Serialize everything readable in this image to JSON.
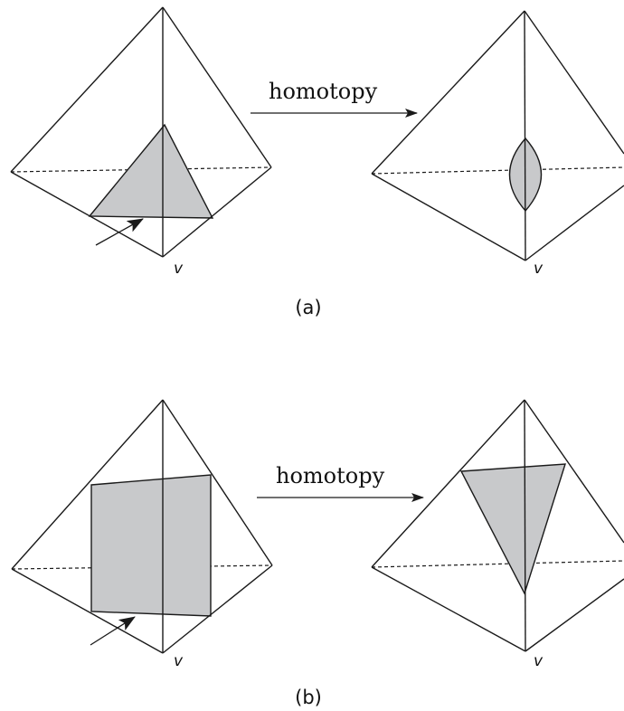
{
  "panel_a": {
    "arrow_label": "homotopy",
    "vertex_left": "v",
    "vertex_right": "v",
    "caption": "(a)"
  },
  "panel_b": {
    "arrow_label": "homotopy",
    "vertex_left": "v",
    "vertex_right": "v",
    "caption": "(b)"
  },
  "colors": {
    "shaded_region": "#c8c9cb",
    "line": "#1a1a1a"
  }
}
